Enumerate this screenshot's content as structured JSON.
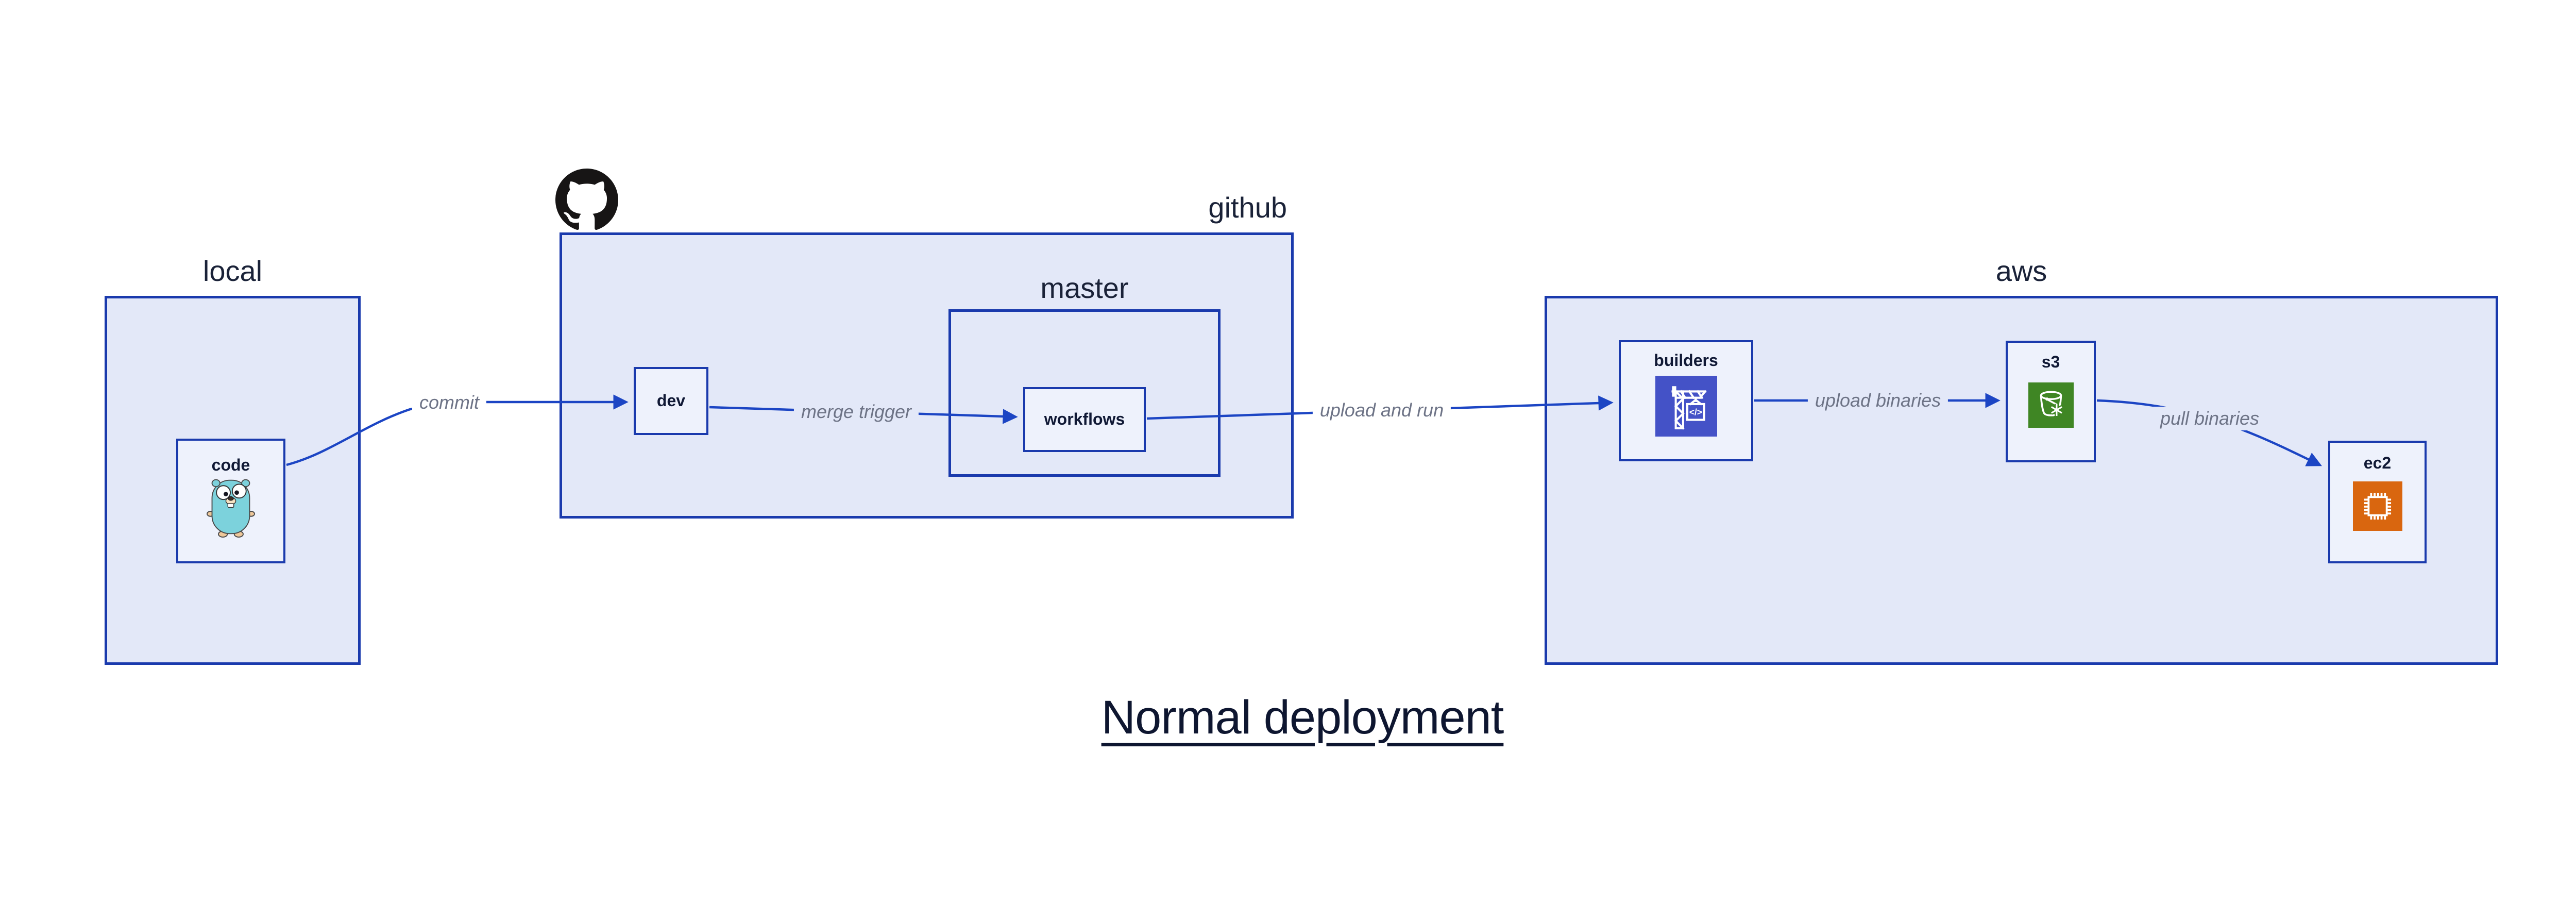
{
  "title": "Normal deployment",
  "containers": {
    "local": {
      "label": "local"
    },
    "github": {
      "label": "github"
    },
    "master": {
      "label": "master"
    },
    "aws": {
      "label": "aws"
    }
  },
  "nodes": {
    "code": {
      "label": "code"
    },
    "dev": {
      "label": "dev"
    },
    "workflows": {
      "label": "workflows"
    },
    "builders": {
      "label": "builders"
    },
    "s3": {
      "label": "s3"
    },
    "ec2": {
      "label": "ec2"
    }
  },
  "edges": {
    "commit": {
      "label": "commit"
    },
    "merge_trigger": {
      "label": "merge trigger"
    },
    "upload_and_run": {
      "label": "upload and run"
    },
    "upload_binaries": {
      "label": "upload binaries"
    },
    "pull_binaries": {
      "label": "pull binaries"
    }
  },
  "icons": {
    "github": "github-octocat-icon",
    "code": "go-gopher-icon",
    "builders": "codebuild-crane-icon",
    "s3": "s3-bucket-icon",
    "ec2": "ec2-chip-icon",
    "builders_code_glyph": "</>"
  },
  "colors": {
    "container_fill": "#e3e8f8",
    "node_fill": "#eef2fc",
    "border_blue": "#1a3aad",
    "arrow_blue": "#1c45c4",
    "edge_label_gray": "#6d7386",
    "node_label_navy": "#101935",
    "title_navy": "#0e1630",
    "builders_tile": "#4452c7",
    "s3_tile": "#3f8624",
    "ec2_tile": "#d9660f",
    "octocat_black": "#171515",
    "gopher_teal": "#7cd2dc"
  }
}
